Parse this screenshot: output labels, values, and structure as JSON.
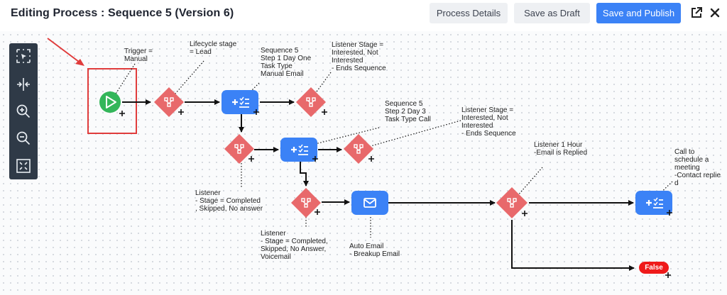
{
  "header": {
    "title": "Editing Process : Sequence 5 (Version 6)",
    "process_details_label": "Process Details",
    "save_draft_label": "Save as Draft",
    "save_publish_label": "Save and Publish",
    "colors": {
      "primary": "#3b82f6",
      "secondary_bg": "#eef0f3"
    }
  },
  "toolbar": {
    "tools": [
      "select-area-icon",
      "split-horizontal-icon",
      "zoom-in-icon",
      "zoom-out-icon",
      "fit-screen-icon"
    ]
  },
  "flow": {
    "colors": {
      "trigger": "#33b65a",
      "condition": "#e8696b",
      "action": "#3b82f6",
      "false_pill": "#ef1a1a",
      "highlight": "#e03c3c"
    },
    "labels": {
      "trigger": "Trigger =\nManual",
      "lifecycle": "Lifecycle stage\n= Lead",
      "seq5_step1": "Sequence 5\nStep 1 Day One\nTask Type\nManual Email",
      "listener_stage_1": "Listener Stage =\nInterested, Not\nInterested\n- Ends Sequence",
      "seq5_step2": "Sequence 5\nStep 2 Day 3\nTask Type Call",
      "listener_stage_2": "Listener Stage =\nInterested, Not\nInterested\n- Ends Sequence",
      "listener_hour": "Listener 1 Hour\n-Email is Replied",
      "call_meeting": "Call to\nschedule a\nmeeting\n-Contact replie\nd",
      "listener_completed_1": "Listener\n- Stage = Completed\n, Skipped, No answer",
      "listener_completed_2": "Listener\n- Stage = Completed,\nSkipped, No Answer,\nVoicemail",
      "auto_email": "Auto Email\n- Breakup Email"
    },
    "false_label": "False"
  }
}
